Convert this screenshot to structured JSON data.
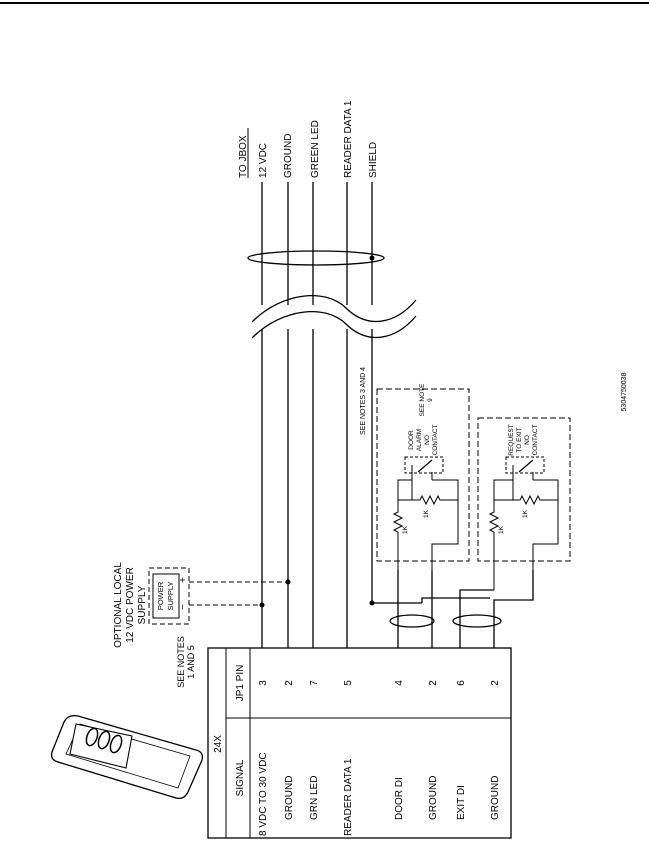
{
  "jbox": {
    "title": "TO JBOX",
    "wires": [
      "12 VDC",
      "GROUND",
      "GREEN LED",
      "READER DATA 1",
      "SHIELD"
    ]
  },
  "power_supply": {
    "caption_lines": [
      "OPTIONAL LOCAL",
      "12 VDC POWER",
      "SUPPLY"
    ],
    "box_lines": [
      "POWER",
      "SUPPLY"
    ],
    "plus": "+",
    "minus": "−",
    "note_lines": [
      "SEE NOTES",
      "1 AND 5"
    ]
  },
  "notes": {
    "shield_note": "SEE NOTES 3 AND 4",
    "note9_lines": [
      "SEE NOTE",
      "9"
    ]
  },
  "door_alarm": {
    "label_lines": [
      "DOOR",
      "ALARM",
      "NO",
      "CONTACT"
    ],
    "r_series": "1K",
    "r_parallel": "1K"
  },
  "rex": {
    "label_lines": [
      "REQUEST",
      "TO EXIT",
      "NO",
      "CONTACT"
    ],
    "r_series": "1K",
    "r_parallel": "1K"
  },
  "table": {
    "title": "24X",
    "headers": {
      "signal": "SIGNAL",
      "pin": "JP1 PIN"
    },
    "rows": [
      {
        "signal": "8 VDC TO 30 VDC",
        "pin": "3"
      },
      {
        "signal": "GROUND",
        "pin": "2"
      },
      {
        "signal": "GRN LED",
        "pin": "7"
      },
      {
        "signal": "READER DATA 1",
        "pin": "5"
      },
      {
        "signal": "DOOR DI",
        "pin": "4"
      },
      {
        "signal": "GROUND",
        "pin": "2"
      },
      {
        "signal": "EXIT DI",
        "pin": "6"
      },
      {
        "signal": "GROUND",
        "pin": "2"
      }
    ]
  },
  "drawing_number": "5304750038"
}
